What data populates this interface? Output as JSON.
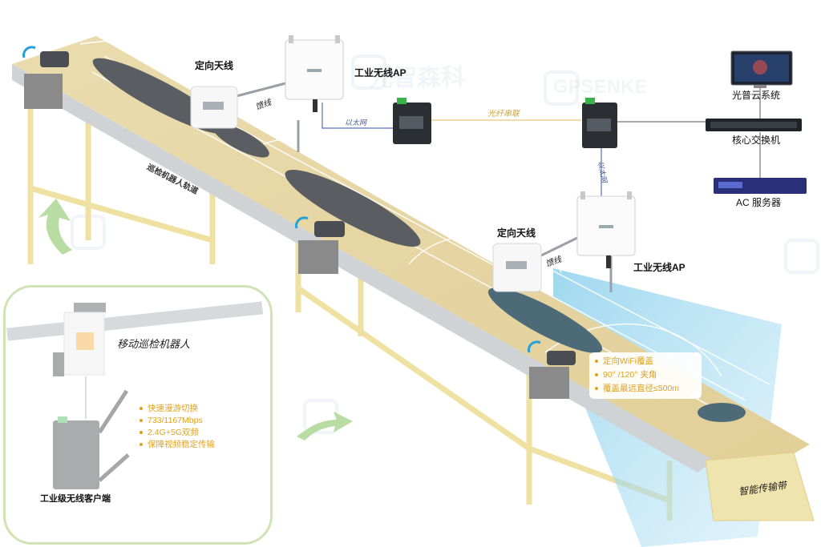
{
  "labels": {
    "antenna_1": "定向天线",
    "antenna_2": "定向天线",
    "ap_1": "工业无线AP",
    "ap_2": "工业无线AP",
    "feeder_1": "馈线",
    "feeder_2": "馈线",
    "ethernet_1": "以太网",
    "ethernet_2": "以太网",
    "fiber": "光纤串联",
    "cloud_system": "光普云系统",
    "core_switch": "核心交换机",
    "ac_server": "AC 服务器",
    "track": "巡检机器人轨道",
    "robot": "移动巡检机器人",
    "client": "工业级无线客户端",
    "belt": "智能传输带"
  },
  "client_features": [
    "快速漫游切换",
    "733/1167Mbps",
    "2.4G+5G双频",
    "保障视频稳定传输"
  ],
  "coverage_features": [
    "定向WiFi覆盖",
    "90° /120° 夹角",
    "覆盖最远直径≤500m"
  ],
  "watermark": {
    "cn": "光智森科",
    "en": "GPSENKE"
  },
  "colors": {
    "belt": "#e8d9ab",
    "frame": "#f1e4a4",
    "coverage": "#7fcbea",
    "feature_text": "#e0a21e",
    "fiber_line": "#e6c873",
    "arrow": "#b9dca2",
    "inset_border": "#cfe3b4"
  }
}
